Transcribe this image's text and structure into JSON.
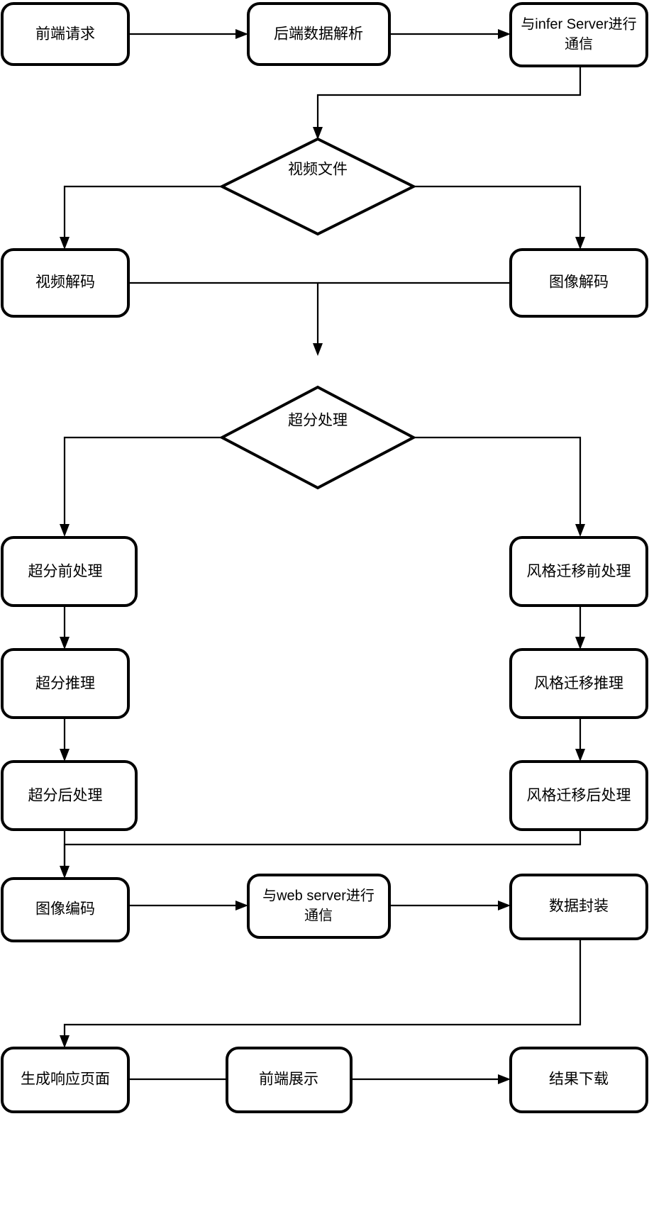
{
  "diagram": {
    "type": "flowchart",
    "orientation": "top-to-bottom",
    "background_color": "#ffffff",
    "stroke_color": "#000000",
    "node_fill": "#ffffff",
    "title": "",
    "nodes": [
      {
        "id": "n1",
        "shape": "rounded-rect",
        "label": "前端请求",
        "line1": "前端请求",
        "line2": ""
      },
      {
        "id": "n2",
        "shape": "rounded-rect",
        "label": "后端数据解析",
        "line1": "后端数据解析",
        "line2": ""
      },
      {
        "id": "n3",
        "shape": "rounded-rect",
        "label": "与infer Server进行通信",
        "line1": "与infer Server进行",
        "line2": "通信"
      },
      {
        "id": "d1",
        "shape": "diamond",
        "label": "视频文件",
        "line1": "视频文件",
        "line2": ""
      },
      {
        "id": "n4",
        "shape": "rounded-rect",
        "label": "视频解码",
        "line1": "视频解码",
        "line2": ""
      },
      {
        "id": "n5",
        "shape": "rounded-rect",
        "label": "图像解码",
        "line1": "图像解码",
        "line2": ""
      },
      {
        "id": "d2",
        "shape": "diamond",
        "label": "超分处理",
        "line1": "超分处理",
        "line2": ""
      },
      {
        "id": "n6",
        "shape": "rounded-rect",
        "label": "超分前处理",
        "line1": "超分前处理",
        "line2": ""
      },
      {
        "id": "n7",
        "shape": "rounded-rect",
        "label": "风格迁移前处理",
        "line1": "风格迁移前处理",
        "line2": ""
      },
      {
        "id": "n8",
        "shape": "rounded-rect",
        "label": "超分推理",
        "line1": "超分推理",
        "line2": ""
      },
      {
        "id": "n9",
        "shape": "rounded-rect",
        "label": "风格迁移推理",
        "line1": "风格迁移推理",
        "line2": ""
      },
      {
        "id": "n10",
        "shape": "rounded-rect",
        "label": "超分后处理",
        "line1": "超分后处理",
        "line2": ""
      },
      {
        "id": "n11",
        "shape": "rounded-rect",
        "label": "风格迁移后处理",
        "line1": "风格迁移后处理",
        "line2": ""
      },
      {
        "id": "n12",
        "shape": "rounded-rect",
        "label": "图像编码",
        "line1": "图像编码",
        "line2": ""
      },
      {
        "id": "n13",
        "shape": "rounded-rect",
        "label": "与web server进行通信",
        "line1": "与web server进行",
        "line2": "通信"
      },
      {
        "id": "n14",
        "shape": "rounded-rect",
        "label": "数据封装",
        "line1": "数据封装",
        "line2": ""
      },
      {
        "id": "n15",
        "shape": "rounded-rect",
        "label": "生成响应页面",
        "line1": "生成响应页面",
        "line2": ""
      },
      {
        "id": "n16",
        "shape": "rounded-rect",
        "label": "前端展示",
        "line1": "前端展示",
        "line2": ""
      },
      {
        "id": "n17",
        "shape": "rounded-rect",
        "label": "结果下载",
        "line1": "结果下载",
        "line2": ""
      }
    ],
    "edges": [
      {
        "from": "n1",
        "to": "n2",
        "label": ""
      },
      {
        "from": "n2",
        "to": "n3",
        "label": ""
      },
      {
        "from": "n3",
        "to": "d1",
        "label": ""
      },
      {
        "from": "d1",
        "to": "n4",
        "label": ""
      },
      {
        "from": "d1",
        "to": "n5",
        "label": ""
      },
      {
        "from": "n4",
        "to": "d2",
        "label": ""
      },
      {
        "from": "n5",
        "to": "d2",
        "label": ""
      },
      {
        "from": "d2",
        "to": "n6",
        "label": ""
      },
      {
        "from": "d2",
        "to": "n7",
        "label": ""
      },
      {
        "from": "n6",
        "to": "n8",
        "label": ""
      },
      {
        "from": "n7",
        "to": "n9",
        "label": ""
      },
      {
        "from": "n8",
        "to": "n10",
        "label": ""
      },
      {
        "from": "n9",
        "to": "n11",
        "label": ""
      },
      {
        "from": "n10",
        "to": "n12",
        "label": ""
      },
      {
        "from": "n11",
        "to": "n12",
        "label": ""
      },
      {
        "from": "n12",
        "to": "n13",
        "label": ""
      },
      {
        "from": "n13",
        "to": "n14",
        "label": ""
      },
      {
        "from": "n14",
        "to": "n15",
        "label": ""
      },
      {
        "from": "n15",
        "to": "n16",
        "label": ""
      },
      {
        "from": "n16",
        "to": "n17",
        "label": ""
      }
    ]
  }
}
